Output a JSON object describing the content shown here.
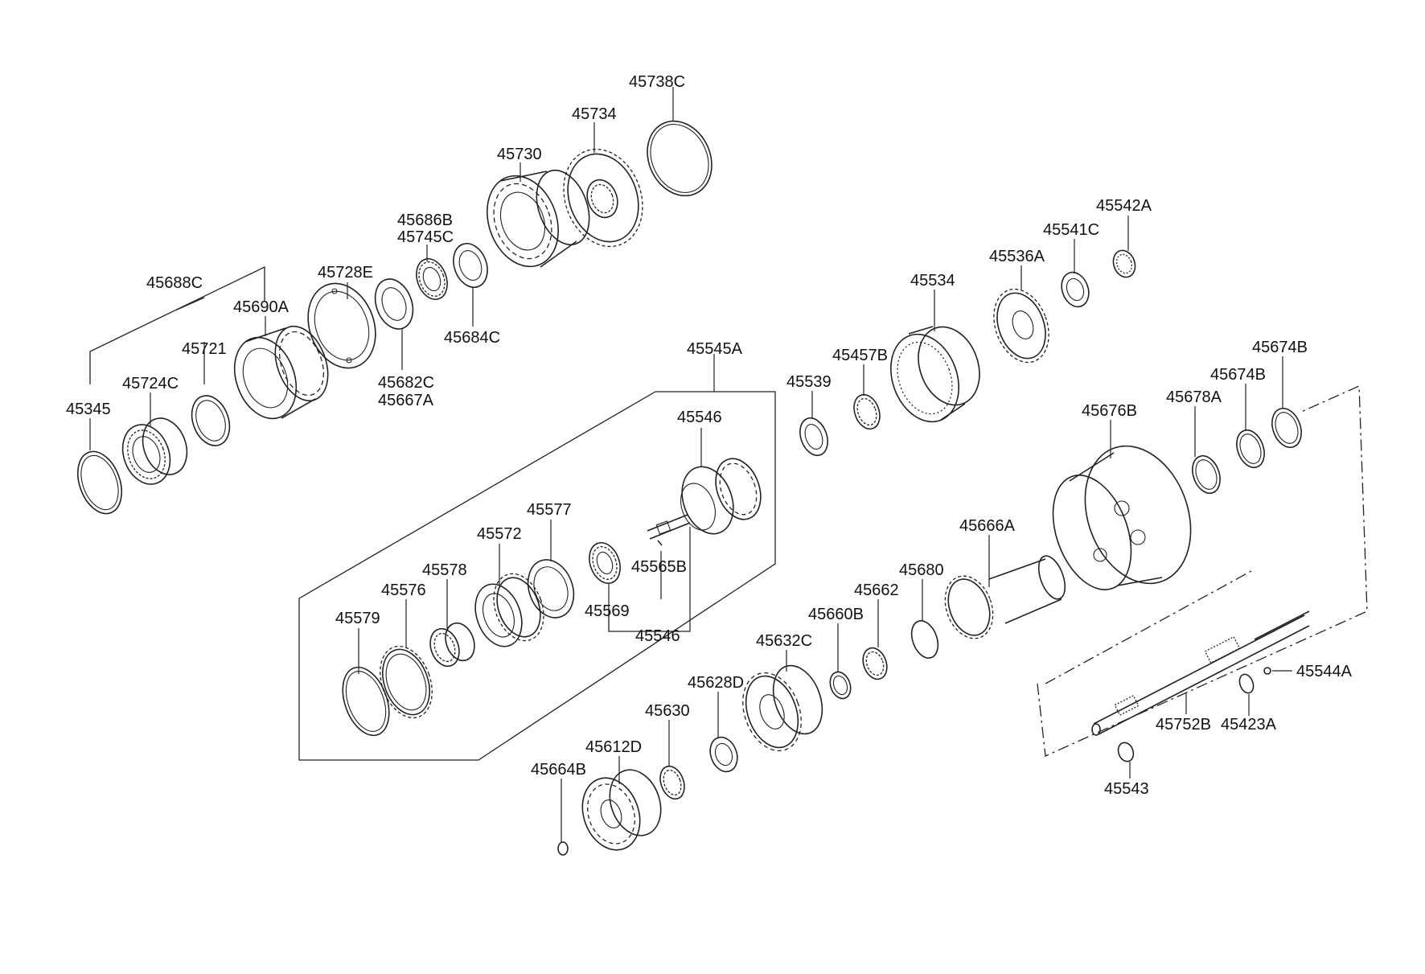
{
  "diagram": {
    "labels": {
      "p45738C": "45738C",
      "p45734": "45734",
      "p45730": "45730",
      "p45686B": "45686B",
      "p45745C": "45745C",
      "p45728E": "45728E",
      "p45688C": "45688C",
      "p45690A": "45690A",
      "p45721": "45721",
      "p45724C": "45724C",
      "p45345": "45345",
      "p45684C": "45684C",
      "p45682C": "45682C",
      "p45667A": "45667A",
      "p45545A": "45545A",
      "p45546_top": "45546",
      "p45577": "45577",
      "p45572": "45572",
      "p45578": "45578",
      "p45576": "45576",
      "p45579": "45579",
      "p45569": "45569",
      "p45565B": "45565B",
      "p45546_bottom": "45546",
      "p45542A": "45542A",
      "p45541C": "45541C",
      "p45536A": "45536A",
      "p45534": "45534",
      "p45457B": "45457B",
      "p45539": "45539",
      "p45674B_1": "45674B",
      "p45674B_2": "45674B",
      "p45678A": "45678A",
      "p45676B": "45676B",
      "p45666A": "45666A",
      "p45680": "45680",
      "p45662": "45662",
      "p45660B": "45660B",
      "p45632C": "45632C",
      "p45628D": "45628D",
      "p45630": "45630",
      "p45612D": "45612D",
      "p45664B": "45664B",
      "p45544A": "45544A",
      "p45423A": "45423A",
      "p45752B": "45752B",
      "p45543": "45543"
    }
  }
}
